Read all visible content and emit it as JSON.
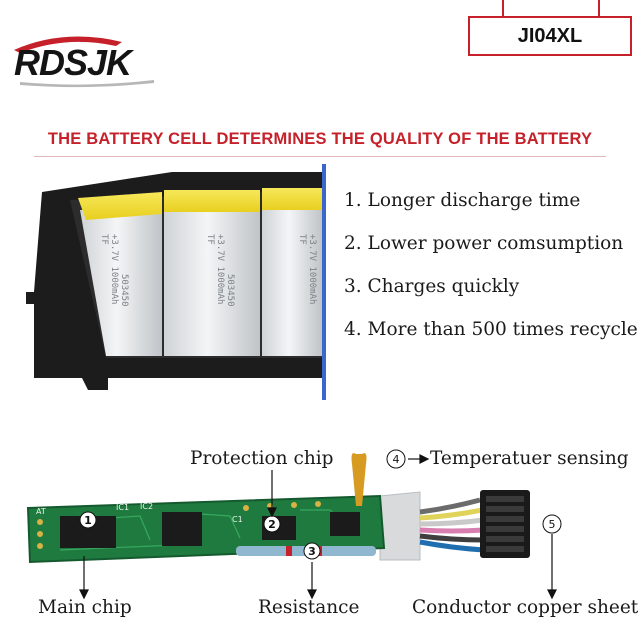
{
  "brand": {
    "logo_text": "RDSJK"
  },
  "model": "JI04XL",
  "headline": "THE BATTERY CELL DETERMINES THE QUALITY OF THE BATTERY",
  "features": [
    "1. Longer discharge time",
    "2. Lower power comsumption",
    "3. Charges quickly",
    "4. More than 500 times recycle"
  ],
  "cell_print": {
    "brand": "TF",
    "spec": "+3.7V 1000mAh",
    "code": "503450"
  },
  "pcb": {
    "labels": {
      "protection_chip": "Protection chip",
      "temperature": "Temperatuer sensing",
      "main_chip": "Main chip",
      "resistance": "Resistance",
      "conductor": "Conductor copper sheet"
    },
    "markers": {
      "main_chip": "1",
      "protection_chip": "2",
      "resistance": "3",
      "temperature": "4",
      "conductor": "5"
    },
    "silkscreen": {
      "ic1": "IC1",
      "ic2": "IC2",
      "c1": "C1",
      "at": "AT"
    }
  },
  "colors": {
    "brand_red": "#c6212a",
    "board_green": "#1f7a3f",
    "cell_yellow": "#f2df3a",
    "frame_black": "#1c1c1c"
  }
}
